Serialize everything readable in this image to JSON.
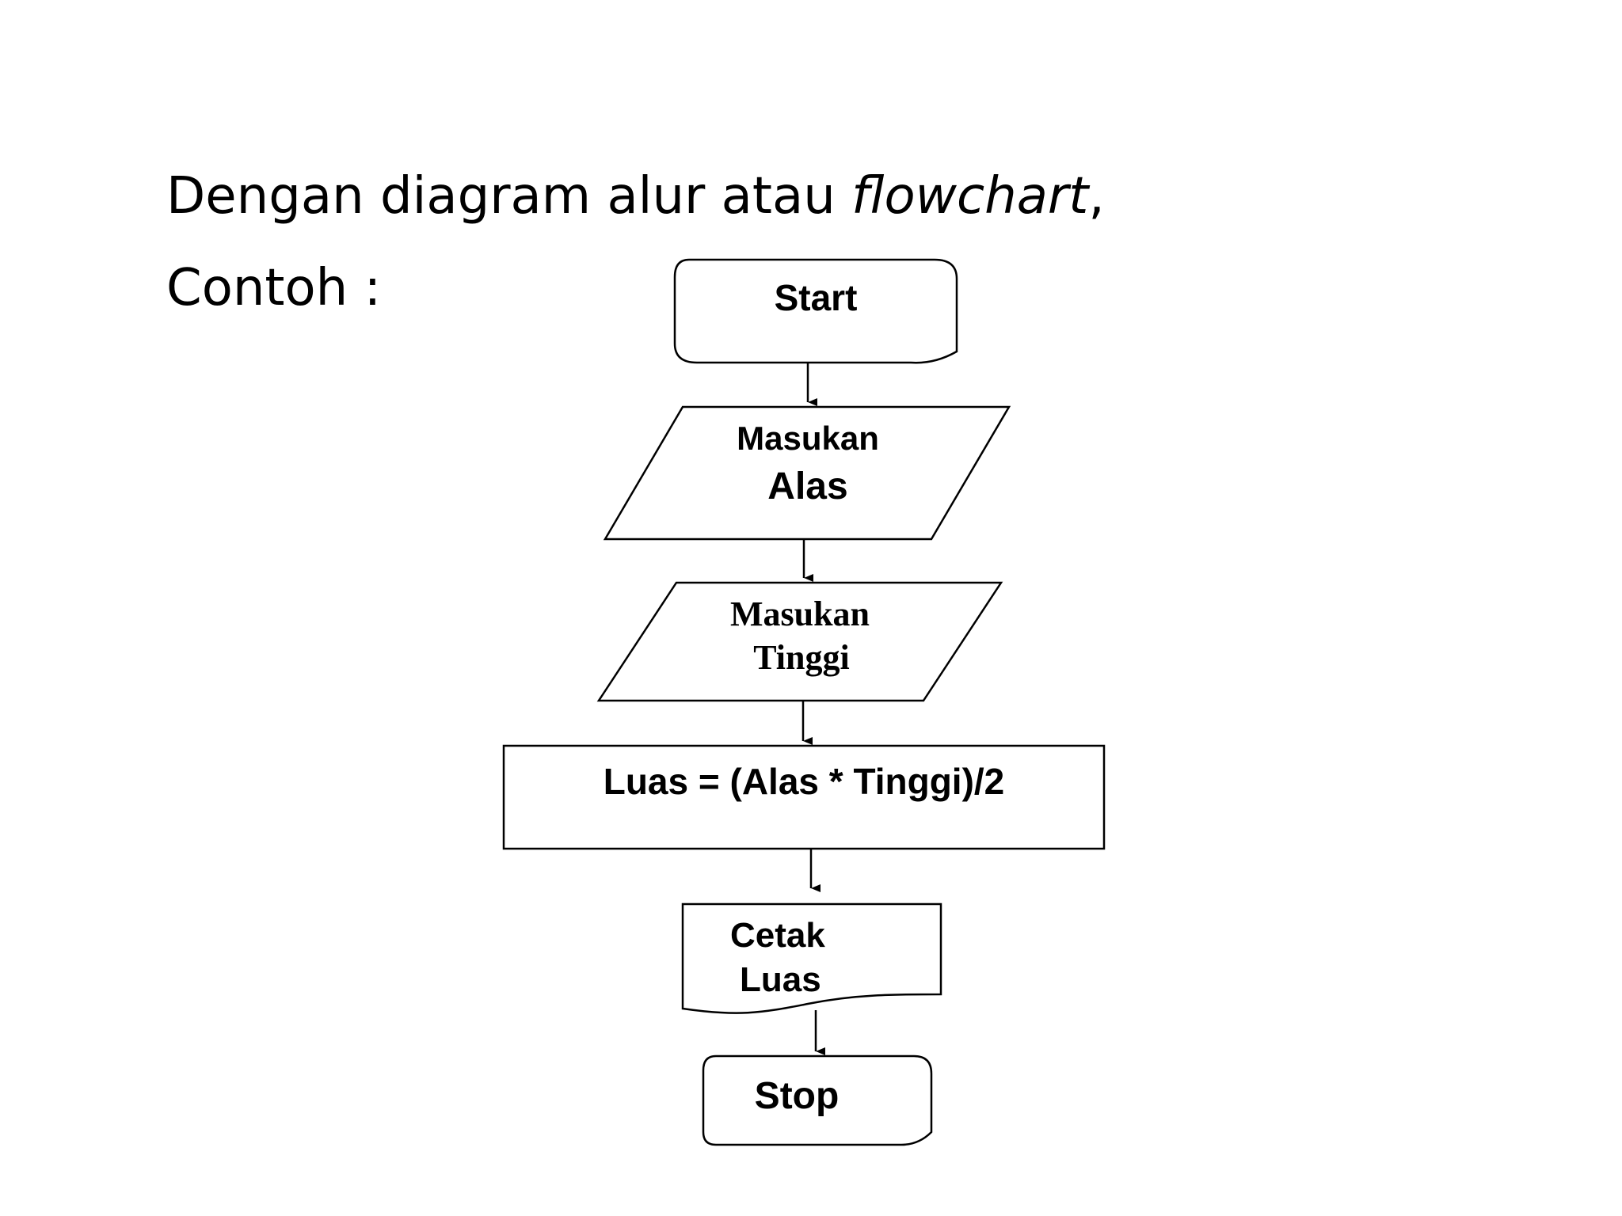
{
  "slide": {
    "heading_prefix": "Dengan diagram alur atau ",
    "heading_italic": "flowchart",
    "heading_suffix": ",",
    "example_label": "Contoh :"
  },
  "flowchart": {
    "start": "Start",
    "input_alas_line1": "Masukan",
    "input_alas_line2": "Alas",
    "input_tinggi_line1": "Masukan",
    "input_tinggi_line2": "Tinggi",
    "process": "Luas = (Alas * Tinggi)/2",
    "output_line1": "Cetak",
    "output_line2": "Luas",
    "stop": "Stop"
  }
}
